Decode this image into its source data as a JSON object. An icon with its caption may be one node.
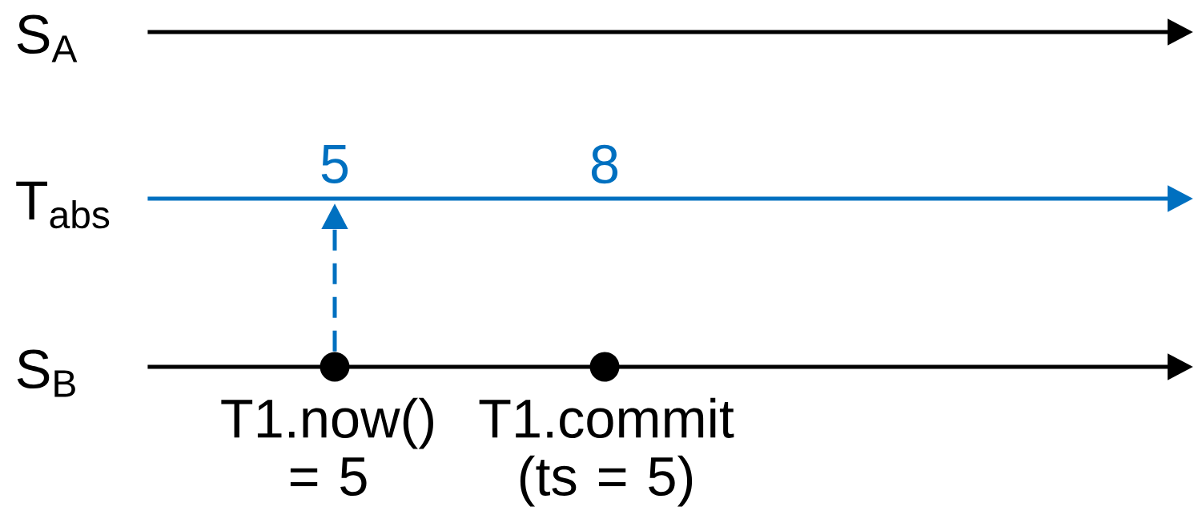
{
  "diagram": {
    "nodes": [
      {
        "text": [
          "S$_{A}$"
        ]
      },
      {
        "text": [
          "T$_{abs}$"
        ]
      },
      {
        "text": [
          "S$_{B}$"
        ]
      },
      {
        "text": [],
        "shape": "circle",
        "beside": [
          "T1.now() = 5"
        ]
      },
      {
        "text": [],
        "shape": "circle",
        "beside": [
          "T1.commit (ts = 5)"
        ]
      }
    ],
    "edges": [
      {
        "from": 0,
        "to": null,
        "arrow": "to"
      },
      {
        "from": 1,
        "to": null,
        "arrow": "to",
        "color": "#0070c0"
      },
      {
        "from": 2,
        "to": null,
        "arrow": "to"
      },
      {
        "from": 3,
        "to": null,
        "arrow": "to",
        "style": "dashed",
        "color": "#0070c0"
      }
    ],
    "labels": [
      "5",
      "8"
    ]
  }
}
